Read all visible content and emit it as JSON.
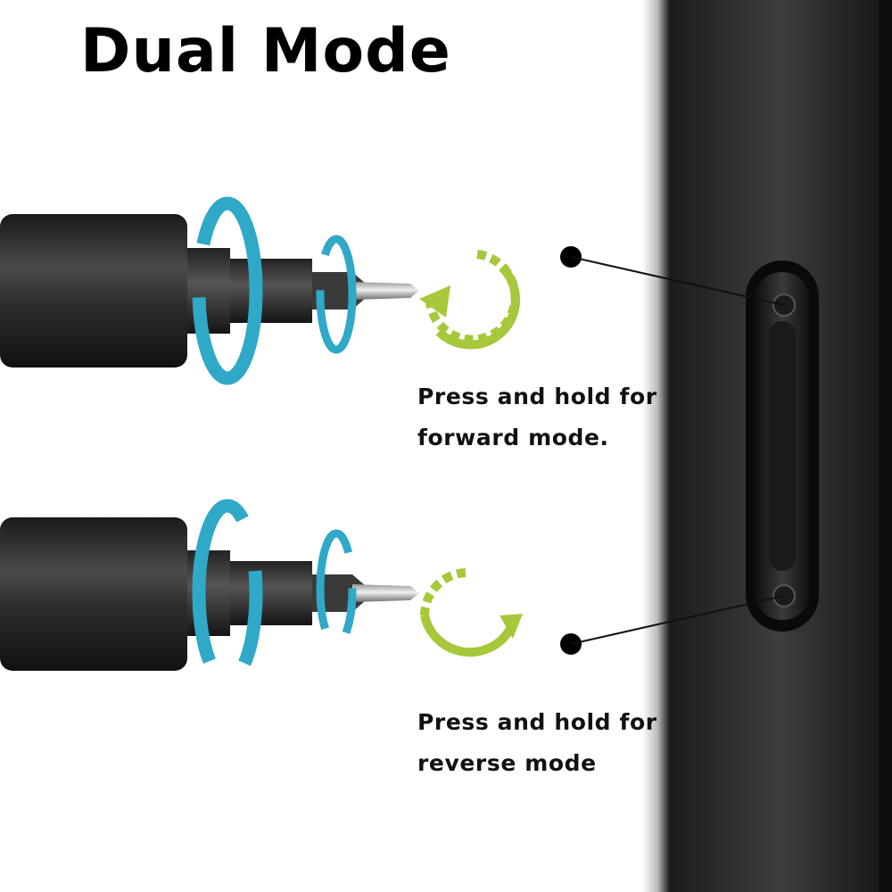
{
  "title": "Dual Mode",
  "forward": {
    "line1": "Press and hold for",
    "line2": "forward mode."
  },
  "reverse": {
    "line1": "Press and hold for",
    "line2": "reverse mode"
  },
  "icons": {
    "rotation_main": "rotation-arrow-icon",
    "direction": "curved-direction-arrow-icon",
    "indicator": "indicator-dot-icon"
  },
  "colors": {
    "rotation_arrows": "#2fa9c7",
    "direction_arrows": "#a6c83a",
    "tool_body": "#2b2b2b",
    "caption_text": "#111111"
  }
}
